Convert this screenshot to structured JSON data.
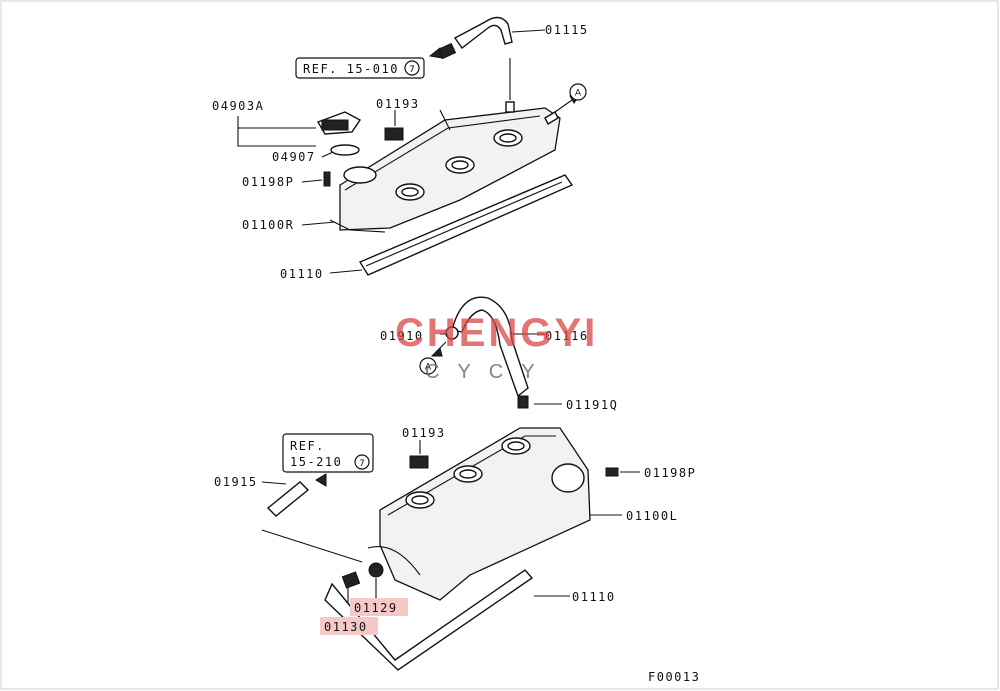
{
  "parts_top": {
    "p01115": "01115",
    "p04903a": "04903A",
    "p01193": "01193",
    "p04907": "04907",
    "p01198p": "01198P",
    "p01100r": "01100R",
    "p01110": "01110"
  },
  "refs": {
    "ref_top": "REF. 15-010",
    "ref_top_num": "7",
    "ref_bottom_line1": "REF.",
    "ref_bottom_line2": "15-210",
    "ref_bottom_num": "7"
  },
  "arrows": {
    "a_top": "A",
    "a_mid": "A"
  },
  "parts_bottom": {
    "p01910": "01910",
    "p01116": "01116",
    "p01191q": "01191Q",
    "p01193": "01193",
    "p01198p": "01198P",
    "p01915": "01915",
    "p01100l": "01100L",
    "p01129": "01129",
    "p01130": "01130",
    "p01110": "01110"
  },
  "figure_code": "F00013",
  "watermark": {
    "main": "CHENGYI",
    "sub": "CYCY"
  },
  "colors": {
    "highlight": "#f6c9c9",
    "watermark": "#d94646",
    "line": "#111111"
  }
}
